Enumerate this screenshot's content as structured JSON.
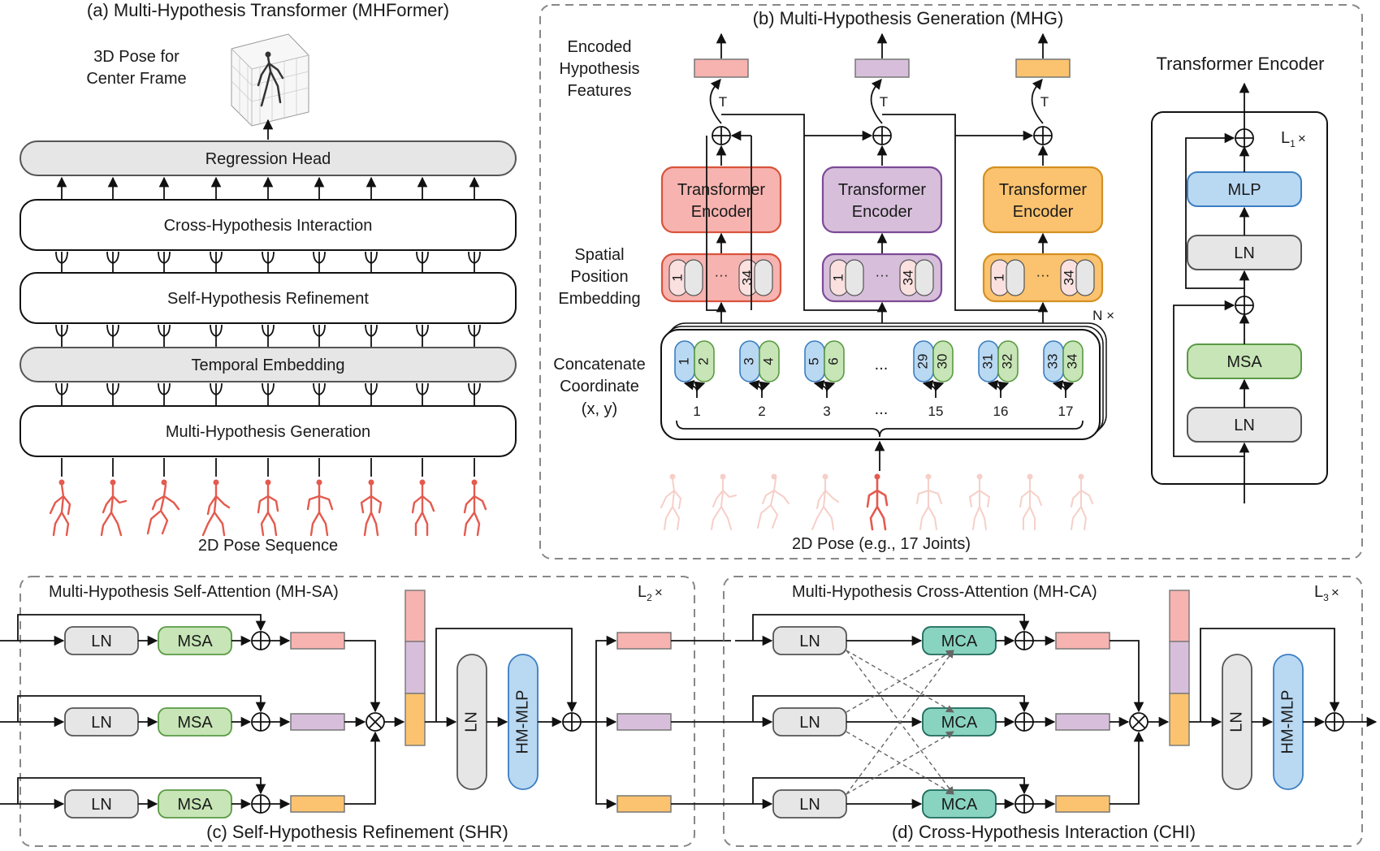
{
  "panel_a": {
    "title": "(a) Multi-Hypothesis Transformer (MHFormer)",
    "pose3d_label_1": "3D Pose for",
    "pose3d_label_2": "Center Frame",
    "regression_head": "Regression Head",
    "chi": "Cross-Hypothesis Interaction",
    "shr": "Self-Hypothesis Refinement",
    "temporal": "Temporal Embedding",
    "mhg": "Multi-Hypothesis Generation",
    "pose_seq": "2D Pose Sequence"
  },
  "panel_b": {
    "title": "(b) Multi-Hypothesis Generation (MHG)",
    "encoded_1": "Encoded",
    "encoded_2": "Hypothesis",
    "encoded_3": "Features",
    "spatial_1": "Spatial",
    "spatial_2": "Position",
    "spatial_3": "Embedding",
    "concat_1": "Concatenate",
    "concat_2": "Coordinate",
    "concat_3": "(x, y)",
    "te_line1": "Transformer",
    "te_line2": "Encoder",
    "T": "T",
    "emb_first": "1",
    "emb_last": "34",
    "ellipsis": "···",
    "n_times": "N ×",
    "coord_pairs": [
      [
        "1",
        "2"
      ],
      [
        "3",
        "4"
      ],
      [
        "5",
        "6"
      ],
      [
        "29",
        "30"
      ],
      [
        "31",
        "32"
      ],
      [
        "33",
        "34"
      ]
    ],
    "joint_labels": [
      "1",
      "2",
      "3",
      "15",
      "16",
      "17"
    ],
    "dots": "...",
    "pose_label": "2D Pose (e.g., 17 Joints)",
    "encoder_title": "Transformer Encoder",
    "l1": "L",
    "l1_sub": "1",
    "times": "×",
    "mlp": "MLP",
    "ln": "LN",
    "msa": "MSA"
  },
  "panel_c": {
    "title": "Multi-Hypothesis Self-Attention (MH-SA)",
    "l2": "L",
    "l2_sub": "2",
    "times": "×",
    "ln": "LN",
    "msa": "MSA",
    "ln_vertical": "LN",
    "hm_mlp": "HM-MLP",
    "caption": "(c) Self-Hypothesis Refinement (SHR)"
  },
  "panel_d": {
    "title": "Multi-Hypothesis Cross-Attention (MH-CA)",
    "l3": "L",
    "l3_sub": "3",
    "times": "×",
    "ln": "LN",
    "mca": "MCA",
    "ln_vertical": "LN",
    "hm_mlp": "HM-MLP",
    "caption": "(d) Cross-Hypothesis Interaction (CHI)"
  },
  "colors": {
    "red_fill": "#f7b3b0",
    "red_stroke": "#d9543c",
    "purple_fill": "#d7bfdb",
    "purple_stroke": "#7c4a97",
    "orange_fill": "#fbc36f",
    "orange_stroke": "#d49022",
    "blue_fill": "#b9d8f2",
    "blue_stroke": "#3b7ec2",
    "green_fill": "#c7e5b6",
    "green_stroke": "#5a9a45",
    "teal_fill": "#89d4c0",
    "teal_stroke": "#1e6a5b",
    "pink_fill": "#fbe0e0",
    "gray_fill": "#e6e6e6",
    "skeleton": "#e45a4e",
    "skeleton_faint": "#f6cfc8"
  }
}
